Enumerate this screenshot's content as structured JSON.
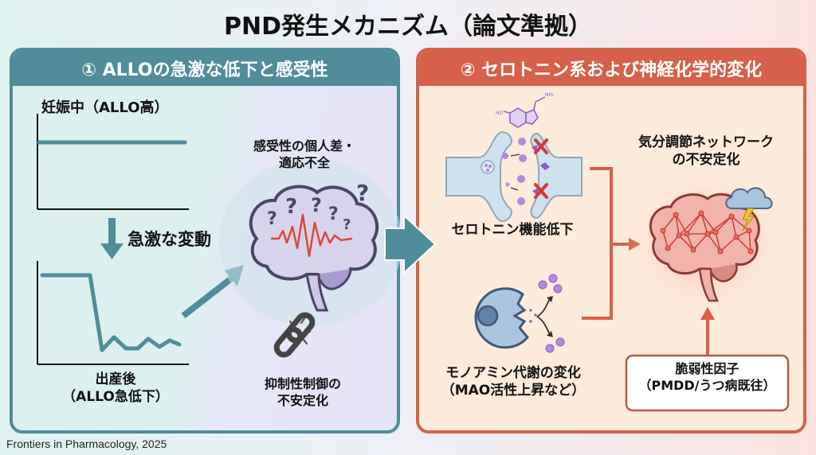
{
  "title": "PND発生メカニズム（論文準拠）",
  "panels": {
    "left": {
      "header": "① ALLOの急激な低下と感受性",
      "pregnancy_label": "妊娠中（ALLO高）",
      "change_label": "急激な変動",
      "postpartum_label_line1": "出産後",
      "postpartum_label_line2": "（ALLO急低下）",
      "sensitivity_line1": "感受性の個人差・",
      "sensitivity_line2": "適応不全",
      "inhibition_line1": "抑制性制御の",
      "inhibition_line2": "不安定化",
      "icons": [
        "down-arrow-icon",
        "brain-question-icon",
        "broken-link-icon",
        "diagonal-arrow-icon"
      ]
    },
    "right": {
      "header": "② セロトニン系および神経化学的変化",
      "serotonin_label": "セロトニン機能低下",
      "monoamine_line1": "モノアミン代謝の変化",
      "monoamine_line2": "（MAO活性上昇など）",
      "network_line1": "気分調節ネットワーク",
      "network_line2": "の不安定化",
      "vulnerability_line1": "脆弱性因子",
      "vulnerability_line2": "（PMDD/うつ病既往）",
      "molecule_labels": {
        "hydroxyl": "HO",
        "amine": "NH₂"
      },
      "icons": [
        "synapse-icon",
        "mao-enzyme-icon",
        "brain-network-icon",
        "storm-cloud-icon"
      ]
    }
  },
  "source": "Frontiers in Pharmacology, 2025",
  "colors": {
    "teal": "#4f8d9b",
    "coral": "#d6604a",
    "purple": "#b58ad8",
    "red_x": "#d23a3a"
  }
}
